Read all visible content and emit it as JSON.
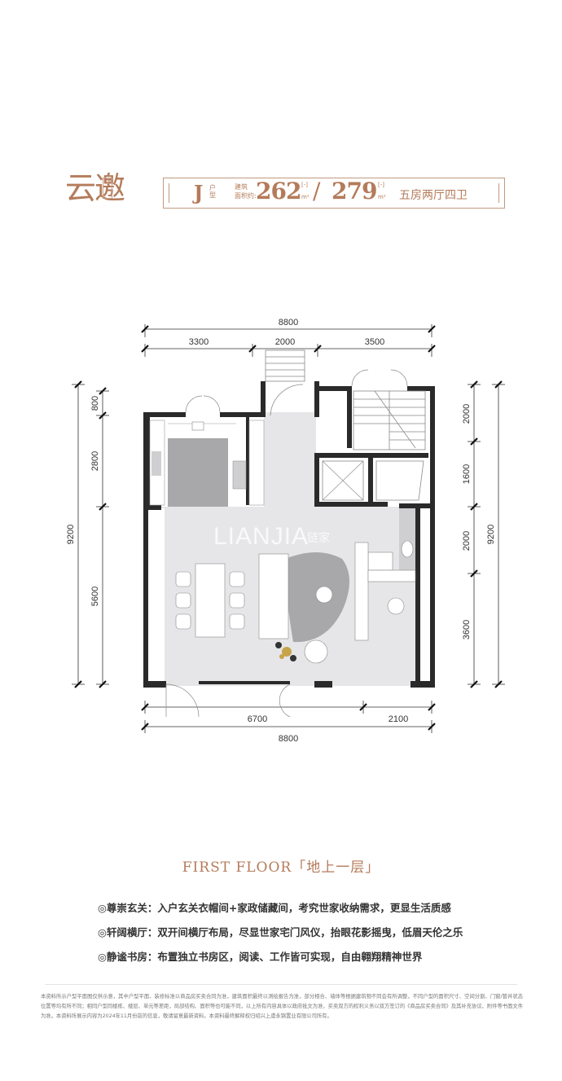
{
  "header": {
    "brand": "云邀",
    "seal": "云邀",
    "type_letter": "J",
    "type_suffix": "户型",
    "area_label_1": "建筑",
    "area_label_2": "面积约:",
    "area_1": "262",
    "unit_1": "m²",
    "bracket_1": "[-]",
    "sep": "/",
    "area_2": "279",
    "unit_2": "m²",
    "bracket_2": "[-]",
    "rooms": "五房两厅四卫"
  },
  "dimensions": {
    "top_total": "8800",
    "top_segments": [
      "3300",
      "2000",
      "3500"
    ],
    "bottom_total": "8800",
    "bottom_segments": [
      "6700",
      "2100"
    ],
    "left_total": "9200",
    "left_segments": [
      "800",
      "2800",
      "5600"
    ],
    "right_total": "9200",
    "right_segments": [
      "2000",
      "1600",
      "2000",
      "3600"
    ]
  },
  "watermark": {
    "latin": "LIANJIA",
    "chinese": "链家"
  },
  "floor_title": "FIRST FLOOR「地上一层」",
  "features": [
    "◎尊崇玄关：入户玄关衣帽间+家政储藏间，考究世家收纳需求，更显生活质感",
    "◎轩阔横厅：双开间横厅布局，尽显世家宅门风仪，抬眼花影摇曳，低眉天伦之乐",
    "◎静谧书房：布置独立书房区，阅读、工作皆可实现，自由翱翔精神世界"
  ],
  "disclaimer": "本资料所示户型平面图仅供示意，其中户型平面、装修标准以商品房买卖合同为准，建筑面积最终以测绘报告为准，部分相合、墙体等根据建筑物不同会有所调整，不同户型的面积尺寸、空间分割、门窗/管井状态位置等均有所不同；相同户型同楼栋、楼层、单元等差距，局部结构、面积等也可能不同，以上所有内容具体以政府批文为准，买卖双方的权利义务以双方签订的《商品房买卖合同》及其补充协议、附件等书面文件为准。本资料所展示内容为2024年11月份前的信息，敬请留意最新资料。本资料最终解释权归绍兴上虞永锦置业有限公司所有。",
  "colors": {
    "accent": "#b47b5a",
    "wall": "#2a2a2a",
    "floor": "#e6e6e8",
    "furniture": "#a8a8aa"
  }
}
